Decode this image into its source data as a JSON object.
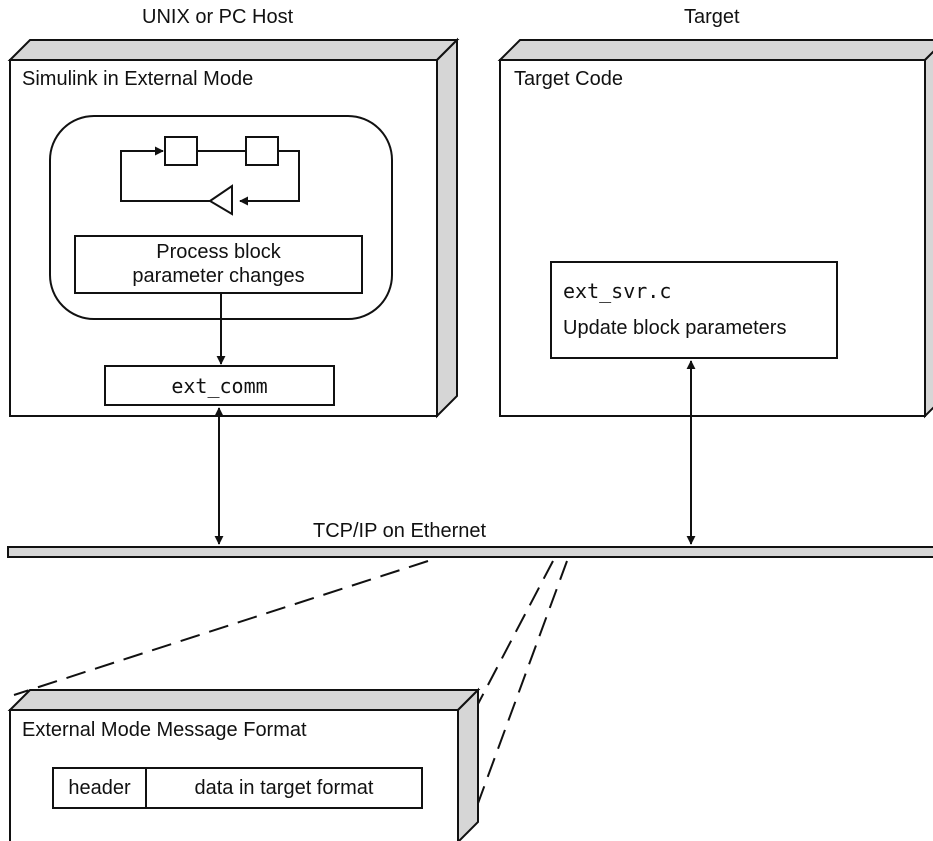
{
  "host": {
    "heading": "UNIX or PC Host",
    "panel_title": "Simulink in External Mode",
    "process_box_line1": "Process block",
    "process_box_line2": "parameter changes",
    "comm_module": "ext_comm"
  },
  "target": {
    "heading": "Target",
    "panel_title": "Target Code",
    "server_file": "ext_svr.c",
    "server_action": "Update block parameters"
  },
  "network": {
    "label": "TCP/IP on Ethernet"
  },
  "message_format": {
    "panel_title": "External Mode Message Format",
    "header_cell": "header",
    "data_cell": "data in target format"
  },
  "colors": {
    "stroke": "#111111",
    "panel_side": "#d6d6d6",
    "background": "#ffffff"
  }
}
